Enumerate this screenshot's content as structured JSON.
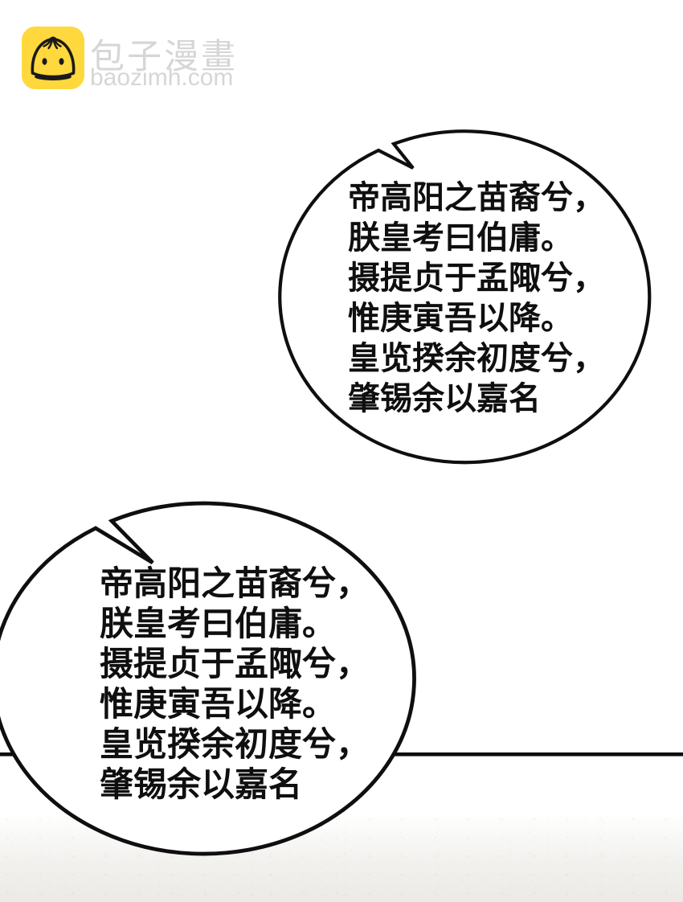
{
  "watermark": {
    "brand": "包子漫畫",
    "domain": "baozimh.com",
    "icon": "baozi-bun-icon",
    "colors": {
      "icon_bg": "#FFD83D",
      "icon_ink": "#1a1a1a",
      "text": "#d6d6d6"
    }
  },
  "panel": {
    "divider_color": "#0d0d0d",
    "bubble_fill": "#ffffff",
    "bubble_stroke": "#0f0f0f",
    "text_color": "#0f0f0f"
  },
  "bubbles": [
    {
      "name": "speech-bubble-top",
      "lines": [
        "帝高阳之苗裔兮，",
        "朕皇考曰伯庸。",
        "摄提贞于孟陬兮，",
        "惟庚寅吾以降。",
        "皇览揆余初度兮，",
        "肇锡余以嘉名"
      ]
    },
    {
      "name": "speech-bubble-bottom",
      "lines": [
        "帝高阳之苗裔兮，",
        "朕皇考曰伯庸。",
        "摄提贞于孟陬兮，",
        "惟庚寅吾以降。",
        "皇览揆余初度兮，",
        "肇锡余以嘉名"
      ]
    }
  ]
}
